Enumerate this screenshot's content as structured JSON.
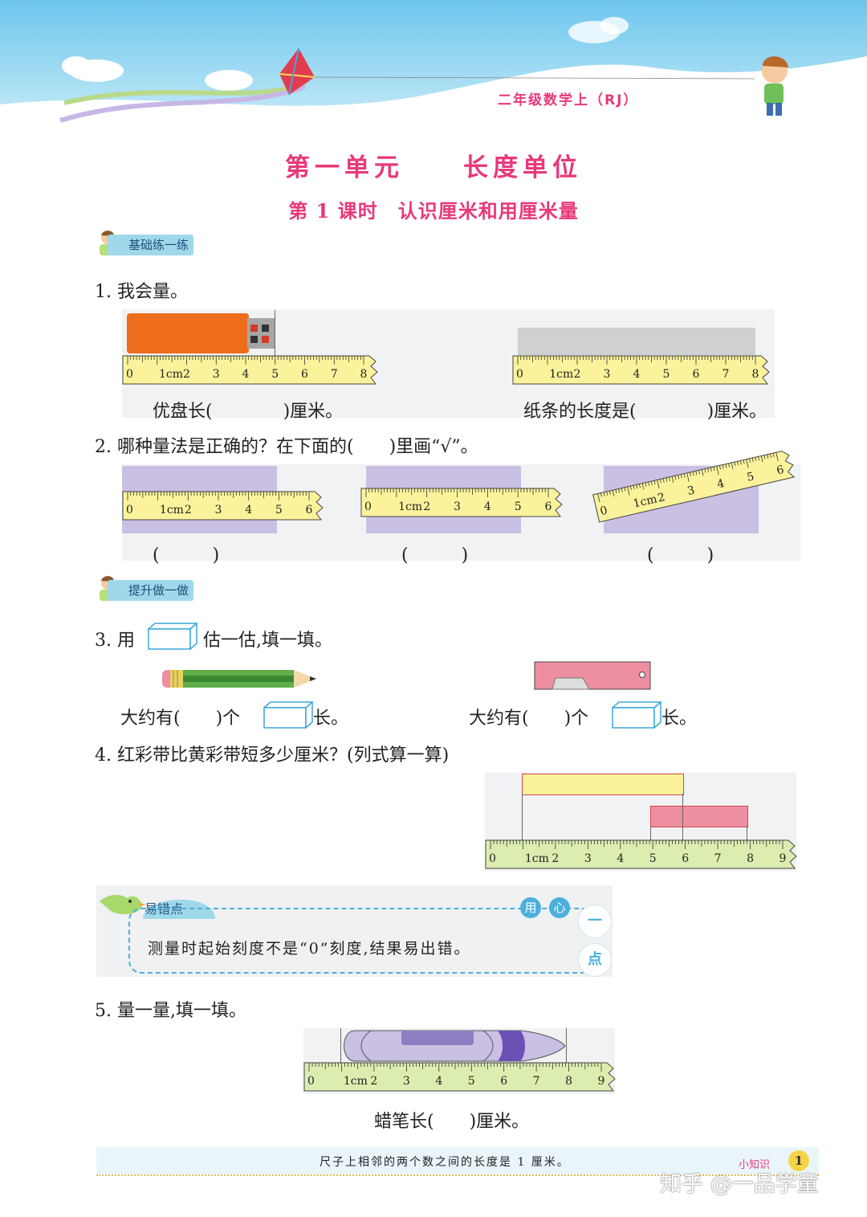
{
  "header": {
    "grade": "二年级数学上（RJ）"
  },
  "unit_title": "第一单元　　长度单位",
  "lesson_title": "第 1 课时　认识厘米和用厘米量",
  "sections": {
    "basic": "基础练一练",
    "advance": "提升做一做"
  },
  "q1": {
    "stem": "1. 我会量。",
    "usb_caption": "优盘长(　　　　)厘米。",
    "paper_caption": "纸条的长度是(　　　　)厘米。"
  },
  "q2": {
    "stem": "2. 哪种量法是正确的？在下面的(　　)里画“√”。",
    "blank": "(　　　)"
  },
  "q3": {
    "stem_prefix": "3. 用",
    "stem_suffix": "估一估,填一填。",
    "caption_prefix": "大约有(　　)个",
    "caption_suffix": "长。"
  },
  "q4": {
    "stem": "4. 红彩带比黄彩带短多少厘米？(列式算一算)"
  },
  "tip": {
    "title": "易错点",
    "text": "测量时起始刻度不是“0”刻度,结果易出错。",
    "badge1": "用",
    "badge2": "心",
    "badge3": "一",
    "badge4": "点"
  },
  "q5": {
    "stem": "5. 量一量,填一填。",
    "caption": "蜡笔长(　　)厘米。"
  },
  "ruler_labels": {
    "unit": "1cm",
    "n0": "0",
    "n2": "2",
    "n3": "3",
    "n4": "4",
    "n5": "5",
    "n6": "6",
    "n7": "7",
    "n8": "8",
    "n9": "9"
  },
  "footer": {
    "fact": "尺子上相邻的两个数之间的长度是 1 厘米。",
    "label": "小知识",
    "page": "1"
  },
  "watermark": "知乎 @一品学童",
  "colors": {
    "accent": "#e7397a",
    "ruler_yellow": "#fbf39b",
    "ruler_green": "#dcedb0",
    "purple": "#c9c0e3",
    "usb": "#ee6d1d",
    "pink": "#ee8fa1"
  }
}
